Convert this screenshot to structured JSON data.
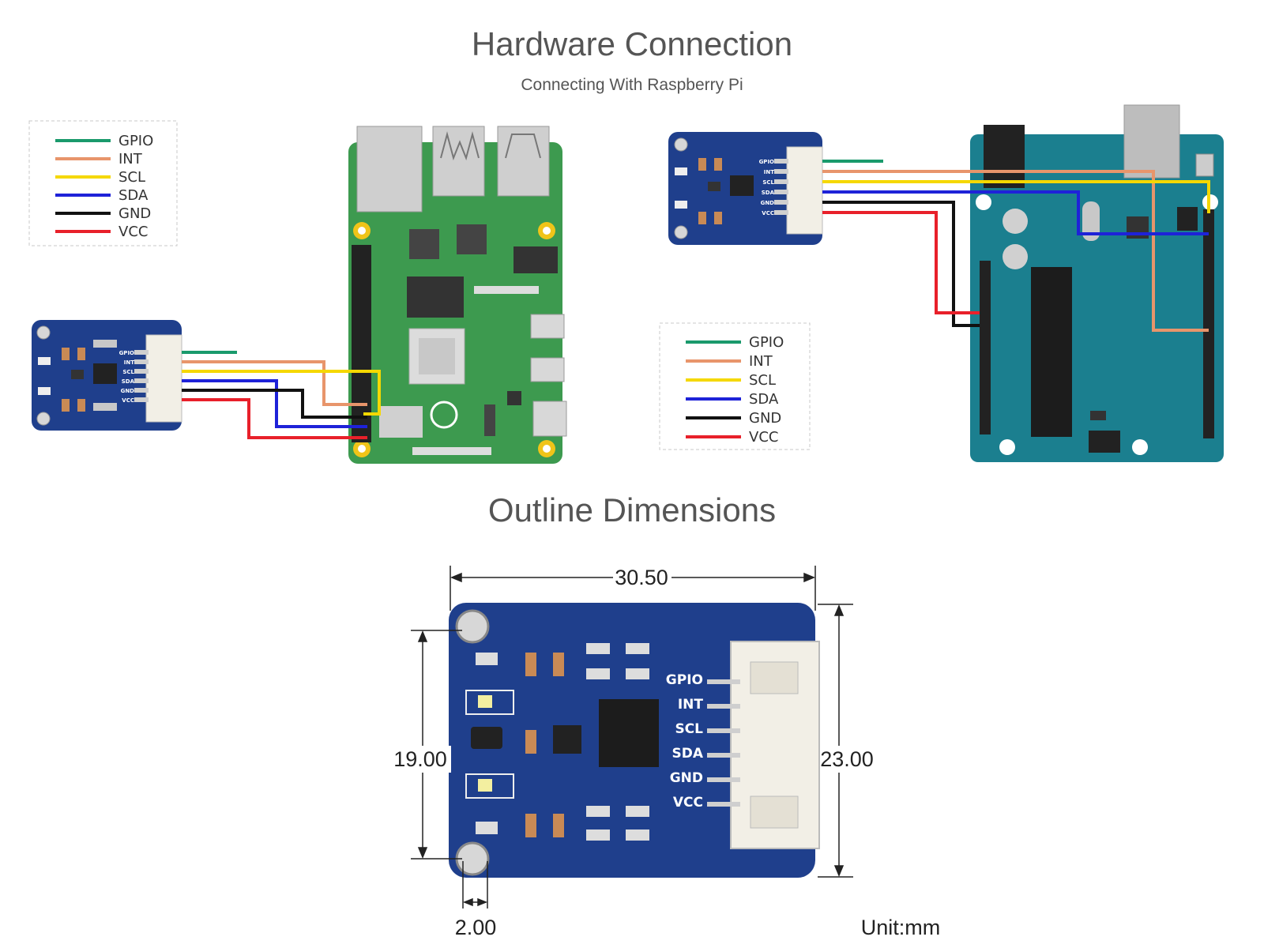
{
  "header": {
    "title": "Hardware Connection",
    "subtitle": "Connecting With Raspberry Pi"
  },
  "legend": {
    "items": [
      {
        "label": "GPIO",
        "color": "#1a9a6c"
      },
      {
        "label": "INT",
        "color": "#e8956b"
      },
      {
        "label": "SCL",
        "color": "#f5d800"
      },
      {
        "label": "SDA",
        "color": "#1e22d8"
      },
      {
        "label": "GND",
        "color": "#111111"
      },
      {
        "label": "VCC",
        "color": "#e8202a"
      }
    ]
  },
  "module_pins": [
    "GPIO",
    "INT",
    "SCL",
    "SDA",
    "GND",
    "VCC"
  ],
  "outline": {
    "title": "Outline Dimensions",
    "width": "30.50",
    "hole_pitch": "19.00",
    "height": "23.00",
    "hole_offset": "2.00",
    "unit": "Unit:mm"
  },
  "colors": {
    "pcb_blue": "#1f3f8c",
    "rpi_green": "#3d9a4f",
    "arduino_teal": "#1b7f8f"
  }
}
